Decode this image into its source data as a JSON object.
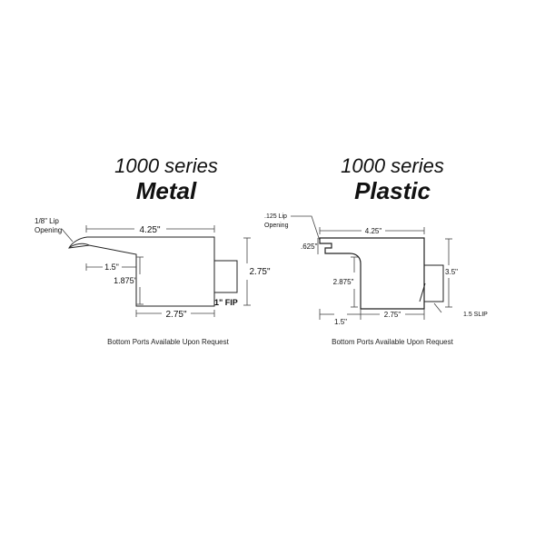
{
  "metal": {
    "series_title": "1000 series",
    "material_title": "Metal",
    "lip_label_line1": "1/8\" Lip",
    "lip_label_line2": "Opening",
    "width_top": "4.25\"",
    "dim_1_5": "1.5\"",
    "dim_1_875": "1.875\"",
    "height": "2.75\"",
    "fip": "1\" FIP",
    "width_bottom": "2.75\"",
    "note": "Bottom Ports Available Upon Request"
  },
  "plastic": {
    "series_title": "1000 series",
    "material_title": "Plastic",
    "lip_label_line1": ".125 Lip",
    "lip_label_line2": "Opening",
    "width_top": "4.25\"",
    "dim_625": ".625\"",
    "dim_2_875": "2.875\"",
    "height": "3.5\"",
    "dim_1_5": "1.5\"",
    "dim_2_75": "2.75\"",
    "slip": "1.5 SLIP",
    "note": "Bottom Ports Available Upon Request"
  }
}
